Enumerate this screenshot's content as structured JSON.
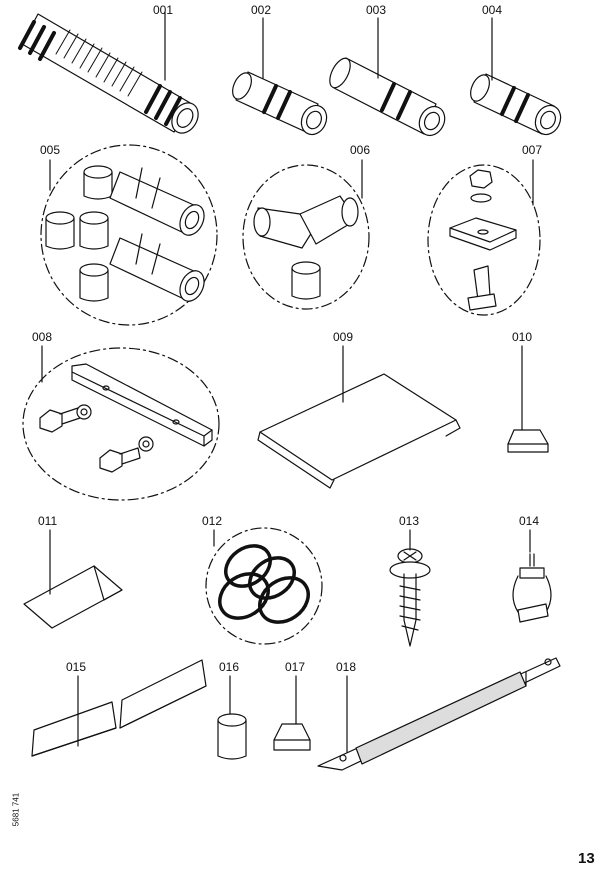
{
  "parts": [
    {
      "id": "001"
    },
    {
      "id": "002"
    },
    {
      "id": "003"
    },
    {
      "id": "004"
    },
    {
      "id": "005"
    },
    {
      "id": "006"
    },
    {
      "id": "007"
    },
    {
      "id": "008"
    },
    {
      "id": "009"
    },
    {
      "id": "010"
    },
    {
      "id": "011"
    },
    {
      "id": "012"
    },
    {
      "id": "013"
    },
    {
      "id": "014"
    },
    {
      "id": "015"
    },
    {
      "id": "016"
    },
    {
      "id": "017"
    },
    {
      "id": "018"
    }
  ],
  "page_number": "13",
  "doc_code": "5681 741"
}
